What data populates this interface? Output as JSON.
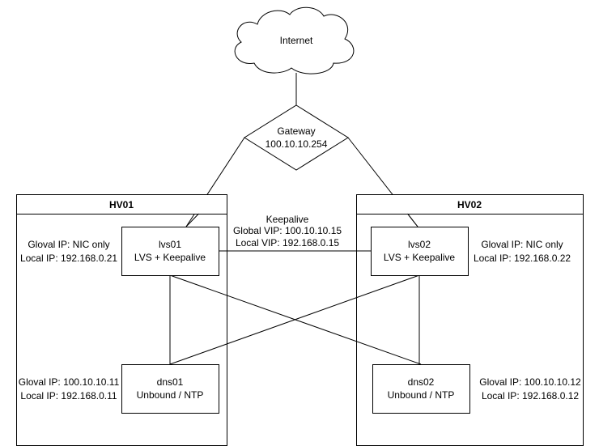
{
  "internet": {
    "label": "Internet"
  },
  "gateway": {
    "label": "Gateway",
    "ip": "100.10.10.254"
  },
  "hv01": {
    "title": "HV01"
  },
  "hv02": {
    "title": "HV02"
  },
  "keepalive": {
    "label": "Keepalive",
    "global_vip": "Global VIP: 100.10.10.15",
    "local_vip": "Local VIP: 192.168.0.15"
  },
  "lvs01": {
    "name": "lvs01",
    "role": "LVS + Keepalive",
    "global_ip": "Gloval IP: NIC only",
    "local_ip": "Local IP: 192.168.0.21"
  },
  "lvs02": {
    "name": "lvs02",
    "role": "LVS + Keepalive",
    "global_ip": "Gloval IP: NIC only",
    "local_ip": "Local IP: 192.168.0.22"
  },
  "dns01": {
    "name": "dns01",
    "role": "Unbound / NTP",
    "global_ip": "Gloval IP: 100.10.10.11",
    "local_ip": "Local IP: 192.168.0.11"
  },
  "dns02": {
    "name": "dns02",
    "role": "Unbound / NTP",
    "global_ip": "Gloval IP: 100.10.10.12",
    "local_ip": "Local IP: 192.168.0.12"
  }
}
